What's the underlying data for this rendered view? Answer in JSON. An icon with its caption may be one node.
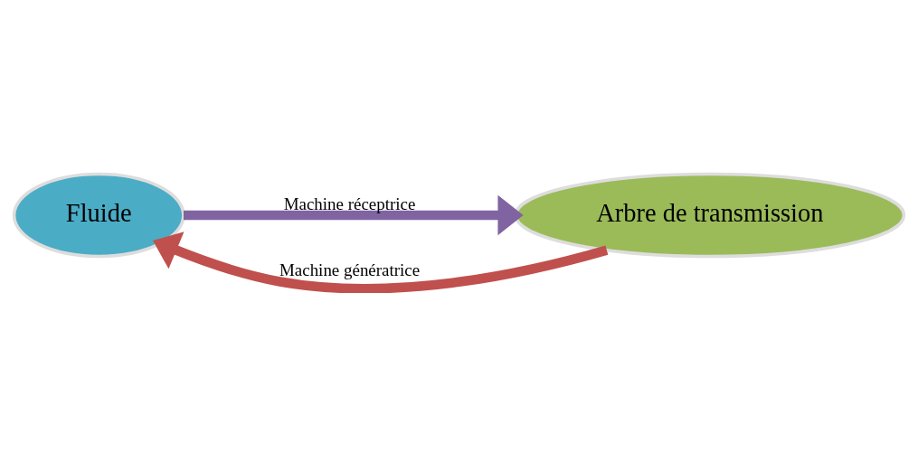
{
  "diagram": {
    "nodes": [
      {
        "text": [
          "Fluide"
        ]
      },
      {
        "text": [
          "Arbre de transmission"
        ]
      }
    ],
    "edges": [
      {
        "from": 1,
        "to": 0,
        "arrow": "to",
        "label": "Machine génératrice",
        "color": "#c0504d"
      },
      {
        "from": 0,
        "to": 1,
        "arrow": "to",
        "label": "Machine réceptrice",
        "color": "#8064a2"
      }
    ]
  }
}
